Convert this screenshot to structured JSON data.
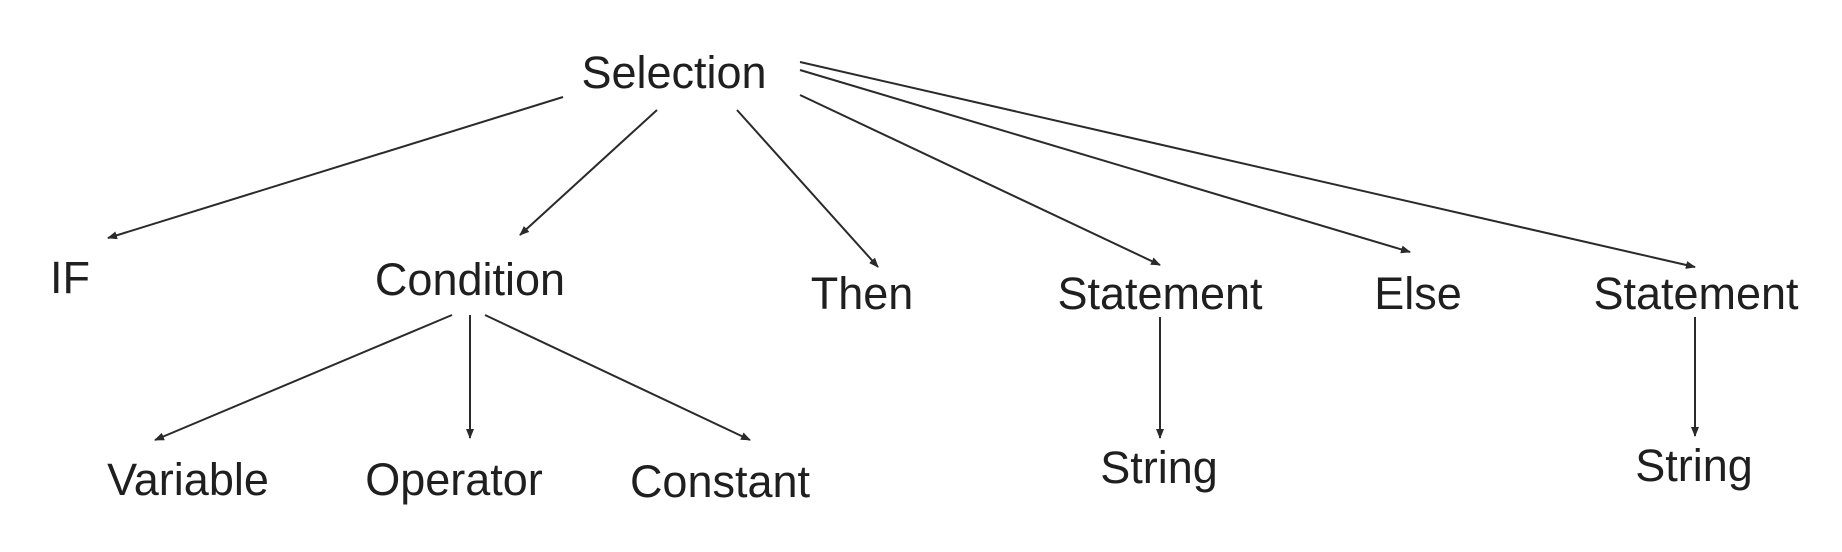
{
  "nodes": {
    "selection": "Selection",
    "if": "IF",
    "condition": "Condition",
    "then": "Then",
    "statement_1": "Statement",
    "else": "Else",
    "statement_2": "Statement",
    "variable": "Variable",
    "operator": "Operator",
    "constant": "Constant",
    "string_1": "String",
    "string_2": "String"
  },
  "edges": [
    [
      "selection",
      "if"
    ],
    [
      "selection",
      "condition"
    ],
    [
      "selection",
      "then"
    ],
    [
      "selection",
      "statement_1"
    ],
    [
      "selection",
      "else"
    ],
    [
      "selection",
      "statement_2"
    ],
    [
      "condition",
      "variable"
    ],
    [
      "condition",
      "operator"
    ],
    [
      "condition",
      "constant"
    ],
    [
      "statement_1",
      "string_1"
    ],
    [
      "statement_2",
      "string_2"
    ]
  ],
  "colors": {
    "text": "#1f1f1f",
    "line": "#2a2a2a",
    "background": "#ffffff"
  }
}
